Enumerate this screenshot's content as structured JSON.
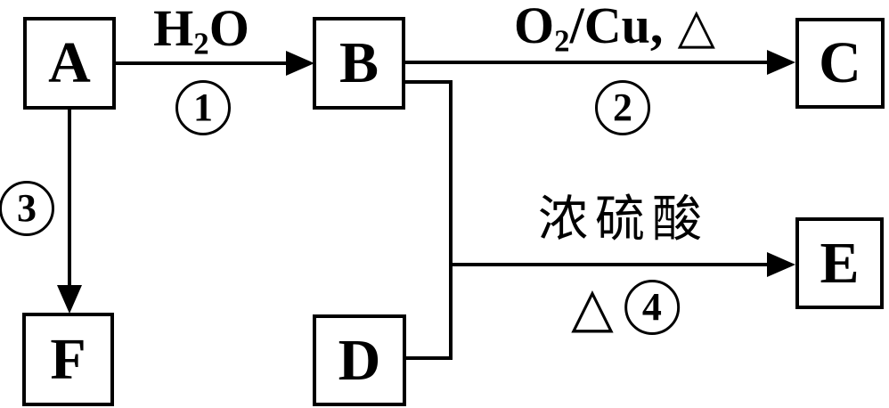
{
  "diagram_title": "chemical substance conversion flow (A-F)",
  "colors": {
    "line": "#000000",
    "background": "#ffffff"
  },
  "boxes": {
    "a": "A",
    "b": "B",
    "c": "C",
    "d": "D",
    "e": "E",
    "f": "F"
  },
  "labels": {
    "reaction1": {
      "pre": "H",
      "sub": "2",
      "post": "O"
    },
    "step1": "1",
    "reaction2": {
      "pre": "O",
      "sub": "2",
      "mid": "/Cu,",
      "condition": "△"
    },
    "step2": "2",
    "step3": "3",
    "reaction4": "浓硫酸",
    "condition4": "△",
    "step4": "4"
  },
  "relations": [
    {
      "from": "A",
      "to": "B",
      "condition": "H2O",
      "step": "1"
    },
    {
      "from": "B",
      "to": "C",
      "condition": "O2/Cu, heat",
      "step": "2"
    },
    {
      "from": "A",
      "to": "F",
      "step": "3"
    },
    {
      "from": "B+D",
      "to": "E",
      "condition": "concentrated sulfuric acid, heat",
      "step": "4"
    }
  ]
}
